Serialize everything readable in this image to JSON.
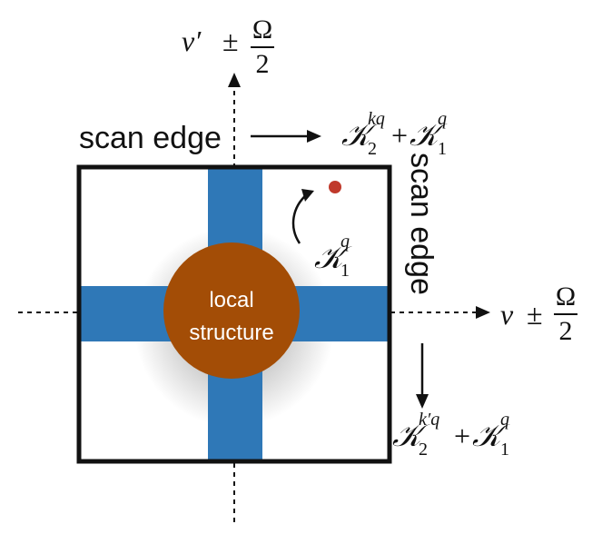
{
  "labels": {
    "scan_edge_top": "scan edge",
    "scan_edge_right": "scan edge",
    "center_line1": "local",
    "center_line2": "structure"
  },
  "axes": {
    "y_axis": {
      "var": "ν′",
      "pm": "±",
      "frac_num": "Ω",
      "frac_den": "2"
    },
    "x_axis": {
      "var": "ν",
      "pm": "±",
      "frac_num": "Ω",
      "frac_den": "2"
    }
  },
  "annotations": {
    "k1q": {
      "base": "𝒦",
      "sub": "1",
      "sup": "q"
    },
    "top_right": {
      "base1": "𝒦",
      "sup1": "kq",
      "sub1": "2",
      "plus": "+",
      "base2": "𝒦",
      "sup2": "q",
      "sub2": "1"
    },
    "bottom_right": {
      "base1": "𝒦",
      "sup1": "k′q",
      "sub1": "2",
      "plus": "+",
      "base2": "𝒦",
      "sup2": "q",
      "sub2": "1"
    }
  },
  "colors": {
    "band": "#2f78b7",
    "circle": "#a34d06",
    "point": "#c0392b",
    "box": "#111111"
  }
}
